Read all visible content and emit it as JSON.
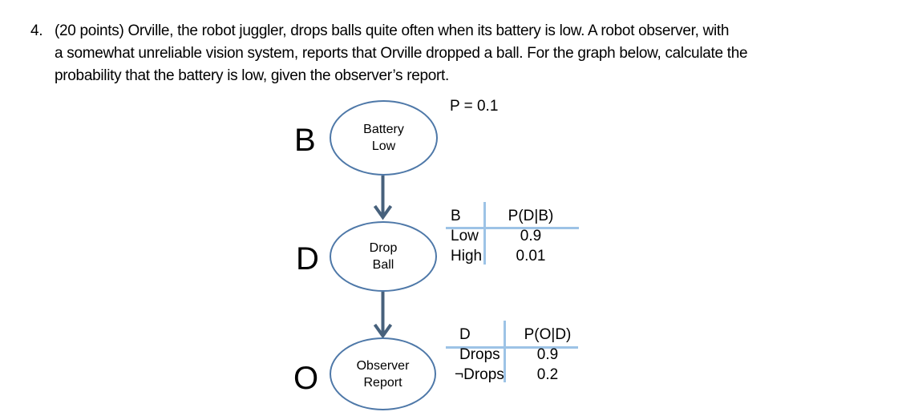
{
  "problem": {
    "number": "4.",
    "lines": [
      "(20 points) Orville, the robot juggler, drops balls quite often when its battery is low. A robot observer, with",
      "a somewhat unreliable vision system, reports that Orville dropped a ball. For the graph below, calculate the",
      "probability that the battery is low, given the observer’s report."
    ]
  },
  "diagram": {
    "prior_label": "P = 0.1",
    "nodes": [
      {
        "letter": "B",
        "label_lines": [
          "Battery",
          "Low"
        ]
      },
      {
        "letter": "D",
        "label_lines": [
          "Drop",
          "Ball"
        ]
      },
      {
        "letter": "O",
        "label_lines": [
          "Observer",
          "Report"
        ]
      }
    ],
    "edges": [
      {
        "from": "B",
        "to": "D"
      },
      {
        "from": "D",
        "to": "O"
      }
    ],
    "colors": {
      "node_stroke": "#4e78a8",
      "arrow": "#47617c",
      "table_rule": "#9dc3e6",
      "text": "#000000"
    }
  },
  "tables": [
    {
      "name": "P(D|B)",
      "col1_header": "B",
      "col2_header": "P(D|B)",
      "rows": [
        {
          "cond": "Low",
          "p": "0.9"
        },
        {
          "cond": "High",
          "p": "0.01"
        }
      ]
    },
    {
      "name": "P(O|D)",
      "col1_header": "D",
      "col2_header": "P(O|D)",
      "rows": [
        {
          "cond": "Drops",
          "p": "0.9"
        },
        {
          "cond": "¬Drops",
          "p": "0.2"
        }
      ]
    }
  ]
}
